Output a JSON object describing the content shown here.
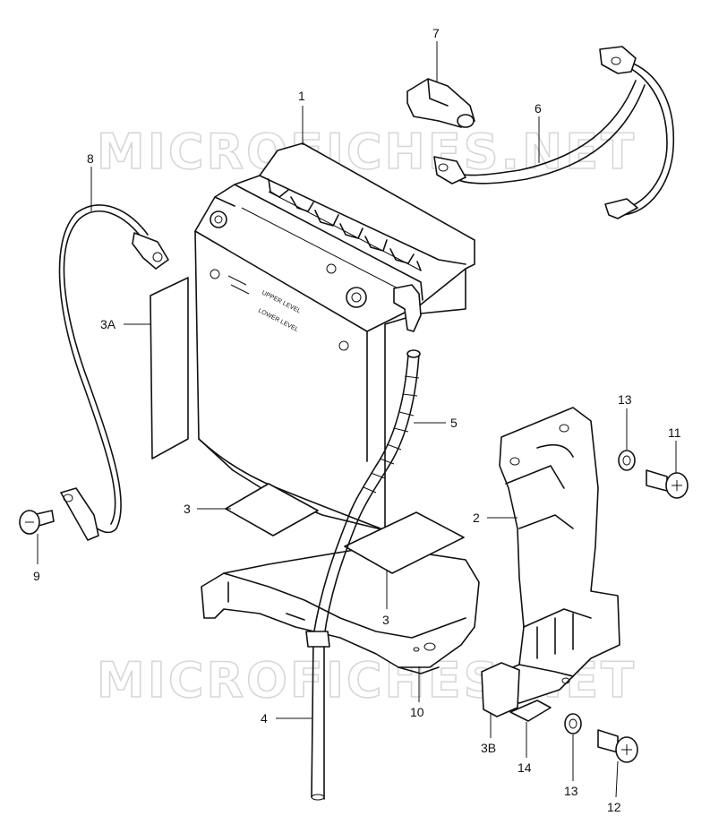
{
  "watermark": "MICROFICHES.NET",
  "callouts": {
    "p1": "1",
    "p2": "2",
    "p3a": "3",
    "p3b": "3",
    "p3A": "3A",
    "p3B": "3B",
    "p4": "4",
    "p5": "5",
    "p6": "6",
    "p7": "7",
    "p8": "8",
    "p9": "9",
    "p10": "10",
    "p11": "11",
    "p12": "12",
    "p13a": "13",
    "p13b": "13",
    "p14": "14"
  },
  "battery_marks": {
    "upper": "UPPER LEVEL",
    "lower": "LOWER LEVEL"
  }
}
